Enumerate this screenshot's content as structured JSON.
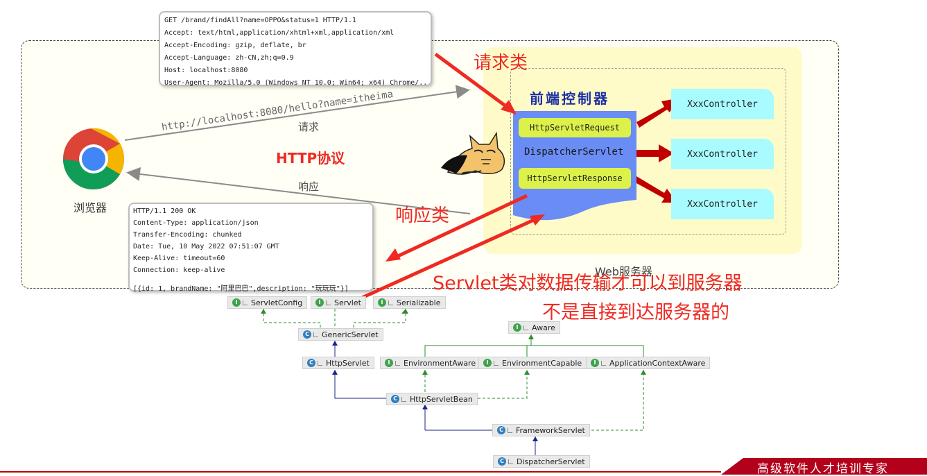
{
  "request_box": {
    "lines": [
      "GET /brand/findAll?name=OPPO&status=1 HTTP/1.1",
      "Accept: text/html,application/xhtml+xml,application/xml",
      "Accept-Encoding: gzip, deflate, br",
      "Accept-Language: zh-CN,zh;q=0.9",
      "Host: localhost:8080",
      "User-Agent: Mozilla/5.0 (Windows NT 10.0; Win64; x64) Chrome/..."
    ]
  },
  "response_box": {
    "lines": [
      "HTTP/1.1 200 OK",
      "Content-Type: application/json",
      "Transfer-Encoding: chunked",
      "Date: Tue, 10 May 2022 07:51:07 GMT",
      "Keep-Alive: timeout=60",
      "Connection: keep-alive",
      "",
      "[{id: 1, brandName: \"阿里巴巴\",description: \"玩玩玩\"}]"
    ]
  },
  "browser": {
    "label": "浏览器",
    "url": "http://localhost:8080/hello?name=itheima",
    "request_label": "请求",
    "response_label": "响应"
  },
  "protocol_label": "HTTP协议",
  "request_class_label": "请求类",
  "response_class_label": "响应类",
  "server": {
    "label": "Web服务器",
    "front_controller_title": "前端控制器",
    "request_tag": "HttpServletRequest",
    "dispatcher": "DispatcherServlet",
    "response_tag": "HttpServletResponse",
    "controllers": [
      "XxxController",
      "XxxController",
      "XxxController"
    ]
  },
  "note": {
    "line1": "Servlet类对数据传输才可以到服务器",
    "line2": "不是直接到达服务器的"
  },
  "hierarchy": {
    "ServletConfig": "ServletConfig",
    "Servlet": "Servlet",
    "Serializable": "Serializable",
    "GenericServlet": "GenericServlet",
    "HttpServlet": "HttpServlet",
    "Aware": "Aware",
    "EnvironmentAware": "EnvironmentAware",
    "EnvironmentCapable": "EnvironmentCapable",
    "ApplicationContextAware": "ApplicationContextAware",
    "HttpServletBean": "HttpServletBean",
    "FrameworkServlet": "FrameworkServlet",
    "DispatcherServlet": "DispatcherServlet"
  },
  "footer": {
    "slogan": "高级软件人才培训专家"
  },
  "colors": {
    "red": "#ee2a22",
    "arrow_red": "#c00000",
    "controller": "#a8fbff",
    "tag_green": "#dcf24a",
    "blue_panel": "#6a8cf5"
  }
}
